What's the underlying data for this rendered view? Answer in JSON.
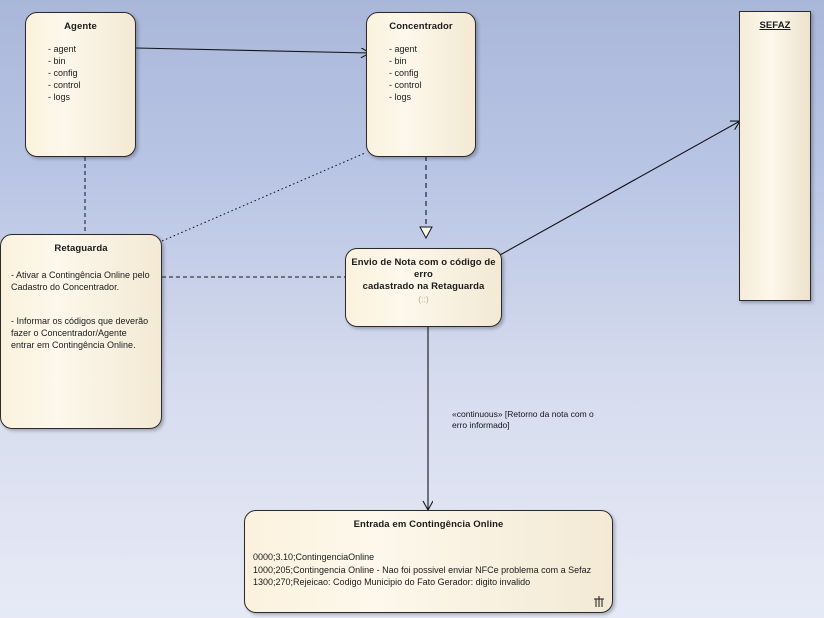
{
  "diagram": {
    "title": "Entrada em Contingência Online",
    "background_top_color": "#aab7da",
    "background_bottom_color": "#e7eaf6",
    "node_fill_color": "#fbf2dd",
    "node_border_color": "#2a2a2a"
  },
  "nodes": {
    "agente": {
      "title": "Agente",
      "attrs": [
        "- agent",
        "- bin",
        "- config",
        "- control",
        "- logs"
      ]
    },
    "concentrador": {
      "title": "Concentrador",
      "attrs": [
        "- agent",
        "- bin",
        "- config",
        "- control",
        "- logs"
      ]
    },
    "sefaz": {
      "title": "SEFAZ"
    },
    "retaguarda": {
      "title": "Retaguarda",
      "paragraphs": [
        "- Ativar a Contingência Online pelo Cadastro do Concentrador.",
        "- Informar os códigos que deverão fazer o Concentrador/Agente entrar em Contingência Online."
      ]
    },
    "envio": {
      "title_line1": "Envio de Nota com o código de erro",
      "title_line2": "cadastrado na Retaguarda",
      "subnote": "(::)"
    },
    "entrada": {
      "title": "Entrada em Contingência Online",
      "codes": [
        "0000;3.10;ContingenciaOnline",
        "1000;205;Contingencia Online - Nao foi possivel enviar NFCe problema com a Sefaz",
        "1300;270;Rejeicao: Codigo Municipio do Fato Gerador: digito invalido"
      ],
      "corner_icon": "anchor-note-icon"
    }
  },
  "edges": {
    "agente_to_concentrador": {
      "style": "solid",
      "arrow": "open"
    },
    "agente_to_retaguarda": {
      "style": "dashed",
      "arrow": "none"
    },
    "retaguarda_to_concentrador": {
      "style": "dotted",
      "arrow": "none"
    },
    "retaguarda_to_envio": {
      "style": "dashed",
      "arrow": "none"
    },
    "concentrador_to_envio": {
      "style": "dashed",
      "arrow": "hollow-triangle"
    },
    "envio_to_sefaz": {
      "style": "solid",
      "arrow": "open"
    },
    "envio_to_entrada": {
      "style": "solid",
      "arrow": "open",
      "label": "«continuous» [Retorno da nota com o erro informado]"
    }
  }
}
